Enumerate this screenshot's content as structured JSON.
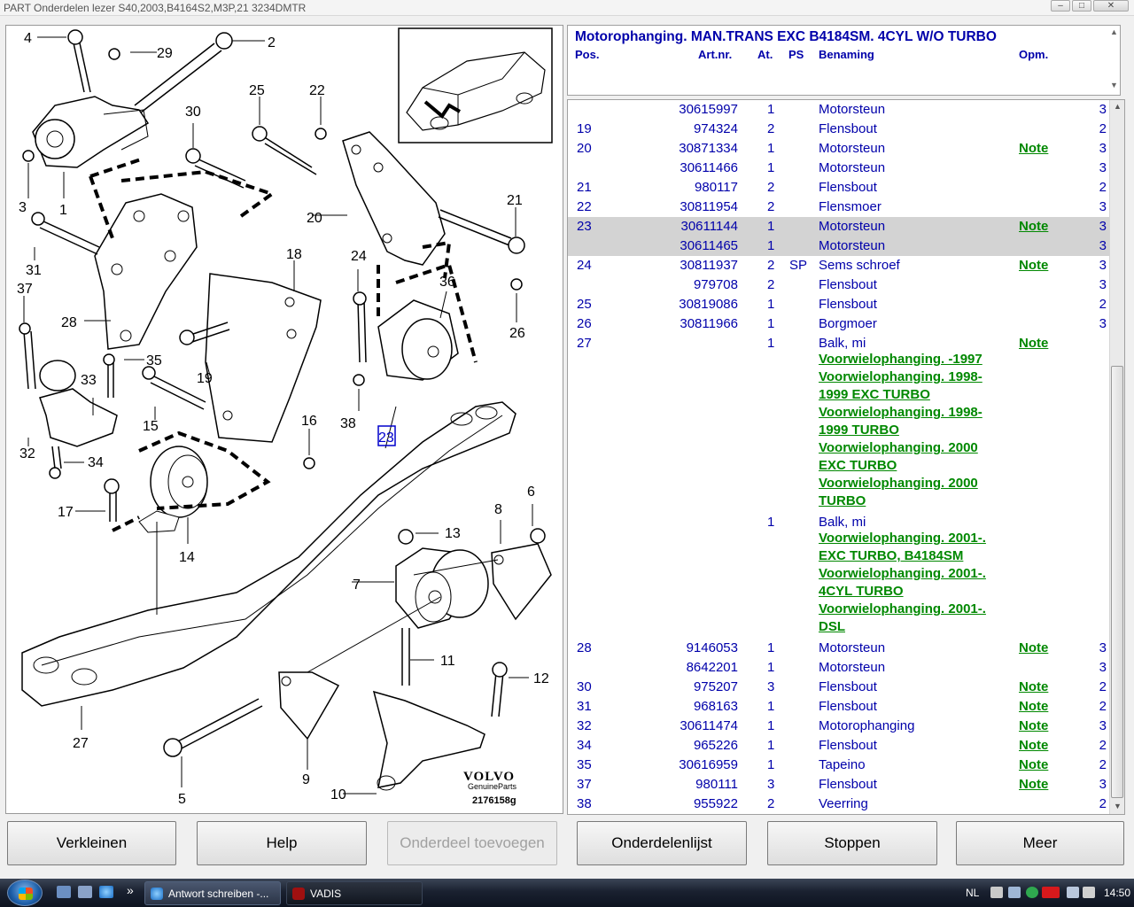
{
  "window": {
    "title": "PART Onderdelen lezer S40,2003,B4164S2,M3P,21 3234DMTR",
    "controls": [
      "–",
      "□",
      "✕"
    ]
  },
  "diagram": {
    "callouts": [
      "4",
      "29",
      "2",
      "1",
      "3",
      "25",
      "22",
      "30",
      "21",
      "20",
      "31",
      "37",
      "28",
      "18",
      "24",
      "36",
      "26",
      "35",
      "19",
      "33",
      "15",
      "16",
      "38",
      "23",
      "32",
      "34",
      "17",
      "14",
      "8",
      "6",
      "13",
      "7",
      "11",
      "12",
      "27",
      "5",
      "9",
      "10"
    ],
    "brand": "VOLVO",
    "brand_sub": "GenuineParts",
    "drawing_no": "2176158g"
  },
  "header": {
    "title": "Motorophanging. MAN.TRANS EXC B4184SM. 4CYL W/O TURBO",
    "columns": {
      "pos": "Pos.",
      "art": "Art.nr.",
      "at": "At.",
      "ps": "PS",
      "name": "Benaming",
      "opm": "Opm."
    }
  },
  "parts": {
    "rows": [
      {
        "pos": "",
        "art": "30615997",
        "at": "1",
        "ps": "",
        "name": "Motorsteun",
        "note": "",
        "qty": "3"
      },
      {
        "pos": "19",
        "art": "974324",
        "at": "2",
        "ps": "",
        "name": "Flensbout",
        "note": "",
        "qty": "2"
      },
      {
        "pos": "20",
        "art": "30871334",
        "at": "1",
        "ps": "",
        "name": "Motorsteun",
        "note": "Note",
        "qty": "3"
      },
      {
        "pos": "",
        "art": "30611466",
        "at": "1",
        "ps": "",
        "name": "Motorsteun",
        "note": "",
        "qty": "3"
      },
      {
        "pos": "21",
        "art": "980117",
        "at": "2",
        "ps": "",
        "name": "Flensbout",
        "note": "",
        "qty": "2"
      },
      {
        "pos": "22",
        "art": "30811954",
        "at": "2",
        "ps": "",
        "name": "Flensmoer",
        "note": "",
        "qty": "3"
      },
      {
        "pos": "23",
        "art": "30611144",
        "at": "1",
        "ps": "",
        "name": "Motorsteun",
        "note": "Note",
        "qty": "3"
      },
      {
        "pos": "",
        "art": "30611465",
        "at": "1",
        "ps": "",
        "name": "Motorsteun",
        "note": "",
        "qty": "3"
      },
      {
        "pos": "24",
        "art": "30811937",
        "at": "2",
        "ps": "SP",
        "name": "Sems schroef",
        "note": "Note",
        "qty": "3"
      },
      {
        "pos": "",
        "art": "979708",
        "at": "2",
        "ps": "",
        "name": "Flensbout",
        "note": "",
        "qty": "3"
      },
      {
        "pos": "25",
        "art": "30819086",
        "at": "1",
        "ps": "",
        "name": "Flensbout",
        "note": "",
        "qty": "2"
      },
      {
        "pos": "26",
        "art": "30811966",
        "at": "1",
        "ps": "",
        "name": "Borgmoer",
        "note": "",
        "qty": "3"
      },
      {
        "pos": "27",
        "art": "",
        "at": "1",
        "ps": "",
        "name": "Balk, mi",
        "note": "Note",
        "qty": ""
      },
      {
        "pos": "",
        "art": "",
        "at": "1",
        "ps": "",
        "name": "Balk, mi",
        "note": "",
        "qty": ""
      },
      {
        "pos": "28",
        "art": "9146053",
        "at": "1",
        "ps": "",
        "name": "Motorsteun",
        "note": "Note",
        "qty": "3"
      },
      {
        "pos": "",
        "art": "8642201",
        "at": "1",
        "ps": "",
        "name": "Motorsteun",
        "note": "",
        "qty": "3"
      },
      {
        "pos": "30",
        "art": "975207",
        "at": "3",
        "ps": "",
        "name": "Flensbout",
        "note": "Note",
        "qty": "2"
      },
      {
        "pos": "31",
        "art": "968163",
        "at": "1",
        "ps": "",
        "name": "Flensbout",
        "note": "Note",
        "qty": "2"
      },
      {
        "pos": "32",
        "art": "30611474",
        "at": "1",
        "ps": "",
        "name": "Motorophanging",
        "note": "Note",
        "qty": "3"
      },
      {
        "pos": "34",
        "art": "965226",
        "at": "1",
        "ps": "",
        "name": "Flensbout",
        "note": "Note",
        "qty": "2"
      },
      {
        "pos": "35",
        "art": "30616959",
        "at": "1",
        "ps": "",
        "name": "Tapeino",
        "note": "Note",
        "qty": "2"
      },
      {
        "pos": "37",
        "art": "980111",
        "at": "3",
        "ps": "",
        "name": "Flensbout",
        "note": "Note",
        "qty": "3"
      },
      {
        "pos": "38",
        "art": "955922",
        "at": "2",
        "ps": "",
        "name": "Veerring",
        "note": "",
        "qty": "2"
      }
    ],
    "links_27": [
      "Voorwielophanging. -1997",
      "Voorwielophanging. 1998-",
      "1999 EXC TURBO",
      "Voorwielophanging. 1998-",
      "1999 TURBO",
      "Voorwielophanging. 2000",
      "EXC TURBO",
      "Voorwielophanging. 2000",
      "TURBO"
    ],
    "links_27b": [
      "Voorwielophanging. 2001-.",
      "EXC TURBO, B4184SM",
      "Voorwielophanging. 2001-.",
      "4CYL TURBO",
      "Voorwielophanging. 2001-.",
      "DSL"
    ]
  },
  "buttons": {
    "verkleinen": "Verkleinen",
    "help": "Help",
    "toevoegen": "Onderdeel toevoegen",
    "lijst": "Onderdelenlijst",
    "stoppen": "Stoppen",
    "meer": "Meer"
  },
  "taskbar": {
    "task1": "Antwort schreiben -...",
    "task2": "VADIS",
    "lang": "NL",
    "clock": "14:50",
    "chevron": "»"
  }
}
